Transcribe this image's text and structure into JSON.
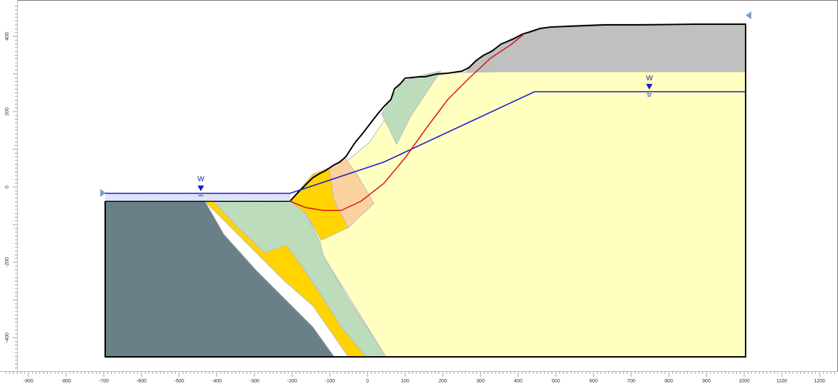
{
  "x_ruler": {
    "labels": [
      "-900",
      "-800",
      "-700",
      "-600",
      "-500",
      "-400",
      "-300",
      "-200",
      "-100",
      "0",
      "100",
      "200",
      "300",
      "400",
      "500",
      "600",
      "700",
      "800",
      "900",
      "1000",
      "1100",
      "1200"
    ]
  },
  "y_ruler": {
    "labels": [
      "400",
      "200",
      "0",
      "-200",
      "-400"
    ]
  },
  "water_tables": {
    "left_marker_label": "W",
    "right_marker_label": "W"
  },
  "colors": {
    "rock_dark": "#6a8088",
    "yellow_layer": "#ffd400",
    "green_layer": "#bcdcbc",
    "cream_layer": "#ffffc0",
    "grey_cap": "#c0c0c0",
    "peach_block": "#fcd1a0",
    "slip_surface": "#dd1111",
    "water_line": "#1a1ad0",
    "boundary": "#000000"
  },
  "icons": {
    "left_extent_marker": "triangle-right-icon",
    "right_extent_marker": "triangle-left-icon",
    "water_level_marker": "inverted-triangle-icon"
  }
}
